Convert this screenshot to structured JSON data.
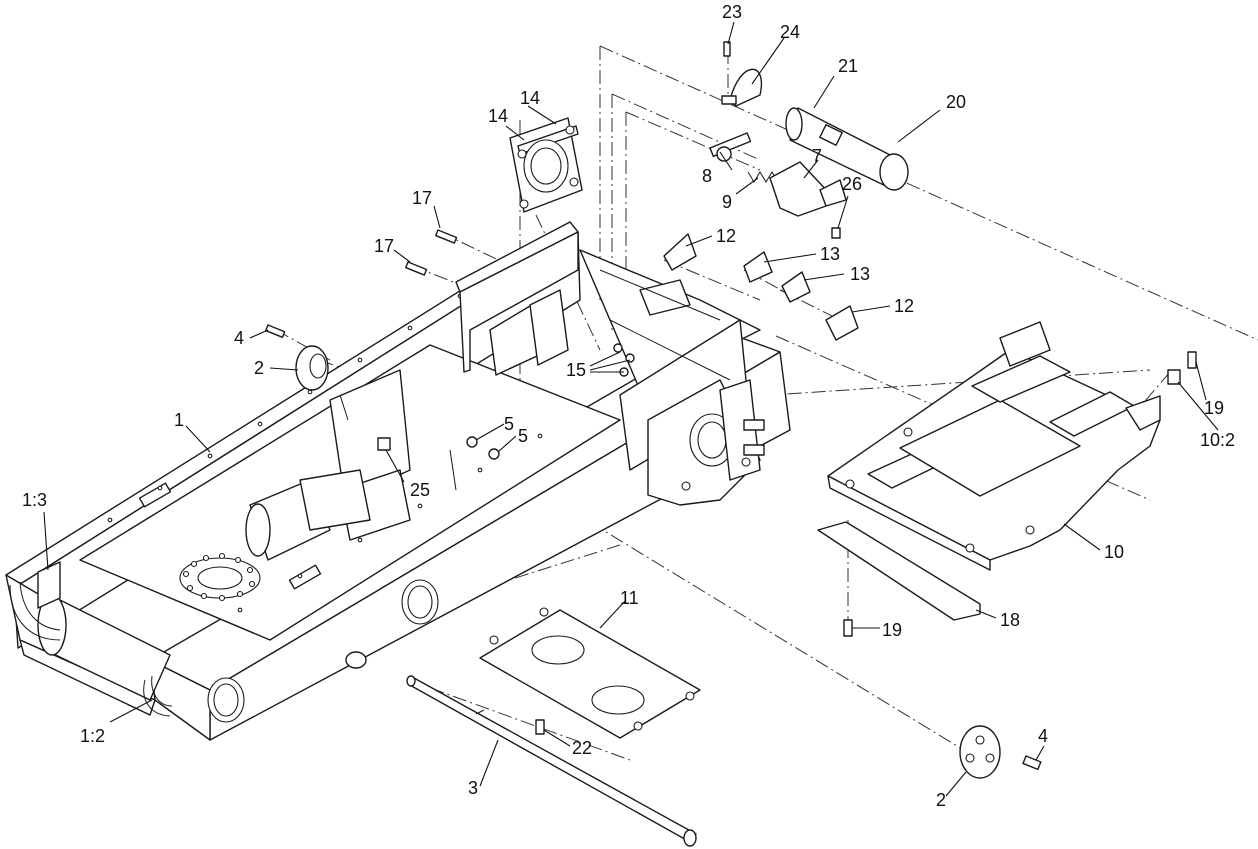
{
  "callouts": [
    {
      "id": "c1",
      "label": "1"
    },
    {
      "id": "c1-2",
      "label": "1:2"
    },
    {
      "id": "c1-3",
      "label": "1:3"
    },
    {
      "id": "c2a",
      "label": "2"
    },
    {
      "id": "c2b",
      "label": "2"
    },
    {
      "id": "c3",
      "label": "3"
    },
    {
      "id": "c4a",
      "label": "4"
    },
    {
      "id": "c4b",
      "label": "4"
    },
    {
      "id": "c5a",
      "label": "5"
    },
    {
      "id": "c5b",
      "label": "5"
    },
    {
      "id": "c7",
      "label": "7"
    },
    {
      "id": "c8",
      "label": "8"
    },
    {
      "id": "c9",
      "label": "9"
    },
    {
      "id": "c10",
      "label": "10"
    },
    {
      "id": "c10-2",
      "label": "10:2"
    },
    {
      "id": "c11",
      "label": "11"
    },
    {
      "id": "c12a",
      "label": "12"
    },
    {
      "id": "c12b",
      "label": "12"
    },
    {
      "id": "c13a",
      "label": "13"
    },
    {
      "id": "c13b",
      "label": "13"
    },
    {
      "id": "c14a",
      "label": "14"
    },
    {
      "id": "c14b",
      "label": "14"
    },
    {
      "id": "c15",
      "label": "15"
    },
    {
      "id": "c17a",
      "label": "17"
    },
    {
      "id": "c17b",
      "label": "17"
    },
    {
      "id": "c18",
      "label": "18"
    },
    {
      "id": "c19a",
      "label": "19"
    },
    {
      "id": "c19b",
      "label": "19"
    },
    {
      "id": "c20",
      "label": "20"
    },
    {
      "id": "c21",
      "label": "21"
    },
    {
      "id": "c22",
      "label": "22"
    },
    {
      "id": "c23",
      "label": "23"
    },
    {
      "id": "c24",
      "label": "24"
    },
    {
      "id": "c25",
      "label": "25"
    },
    {
      "id": "c26",
      "label": "26"
    }
  ]
}
